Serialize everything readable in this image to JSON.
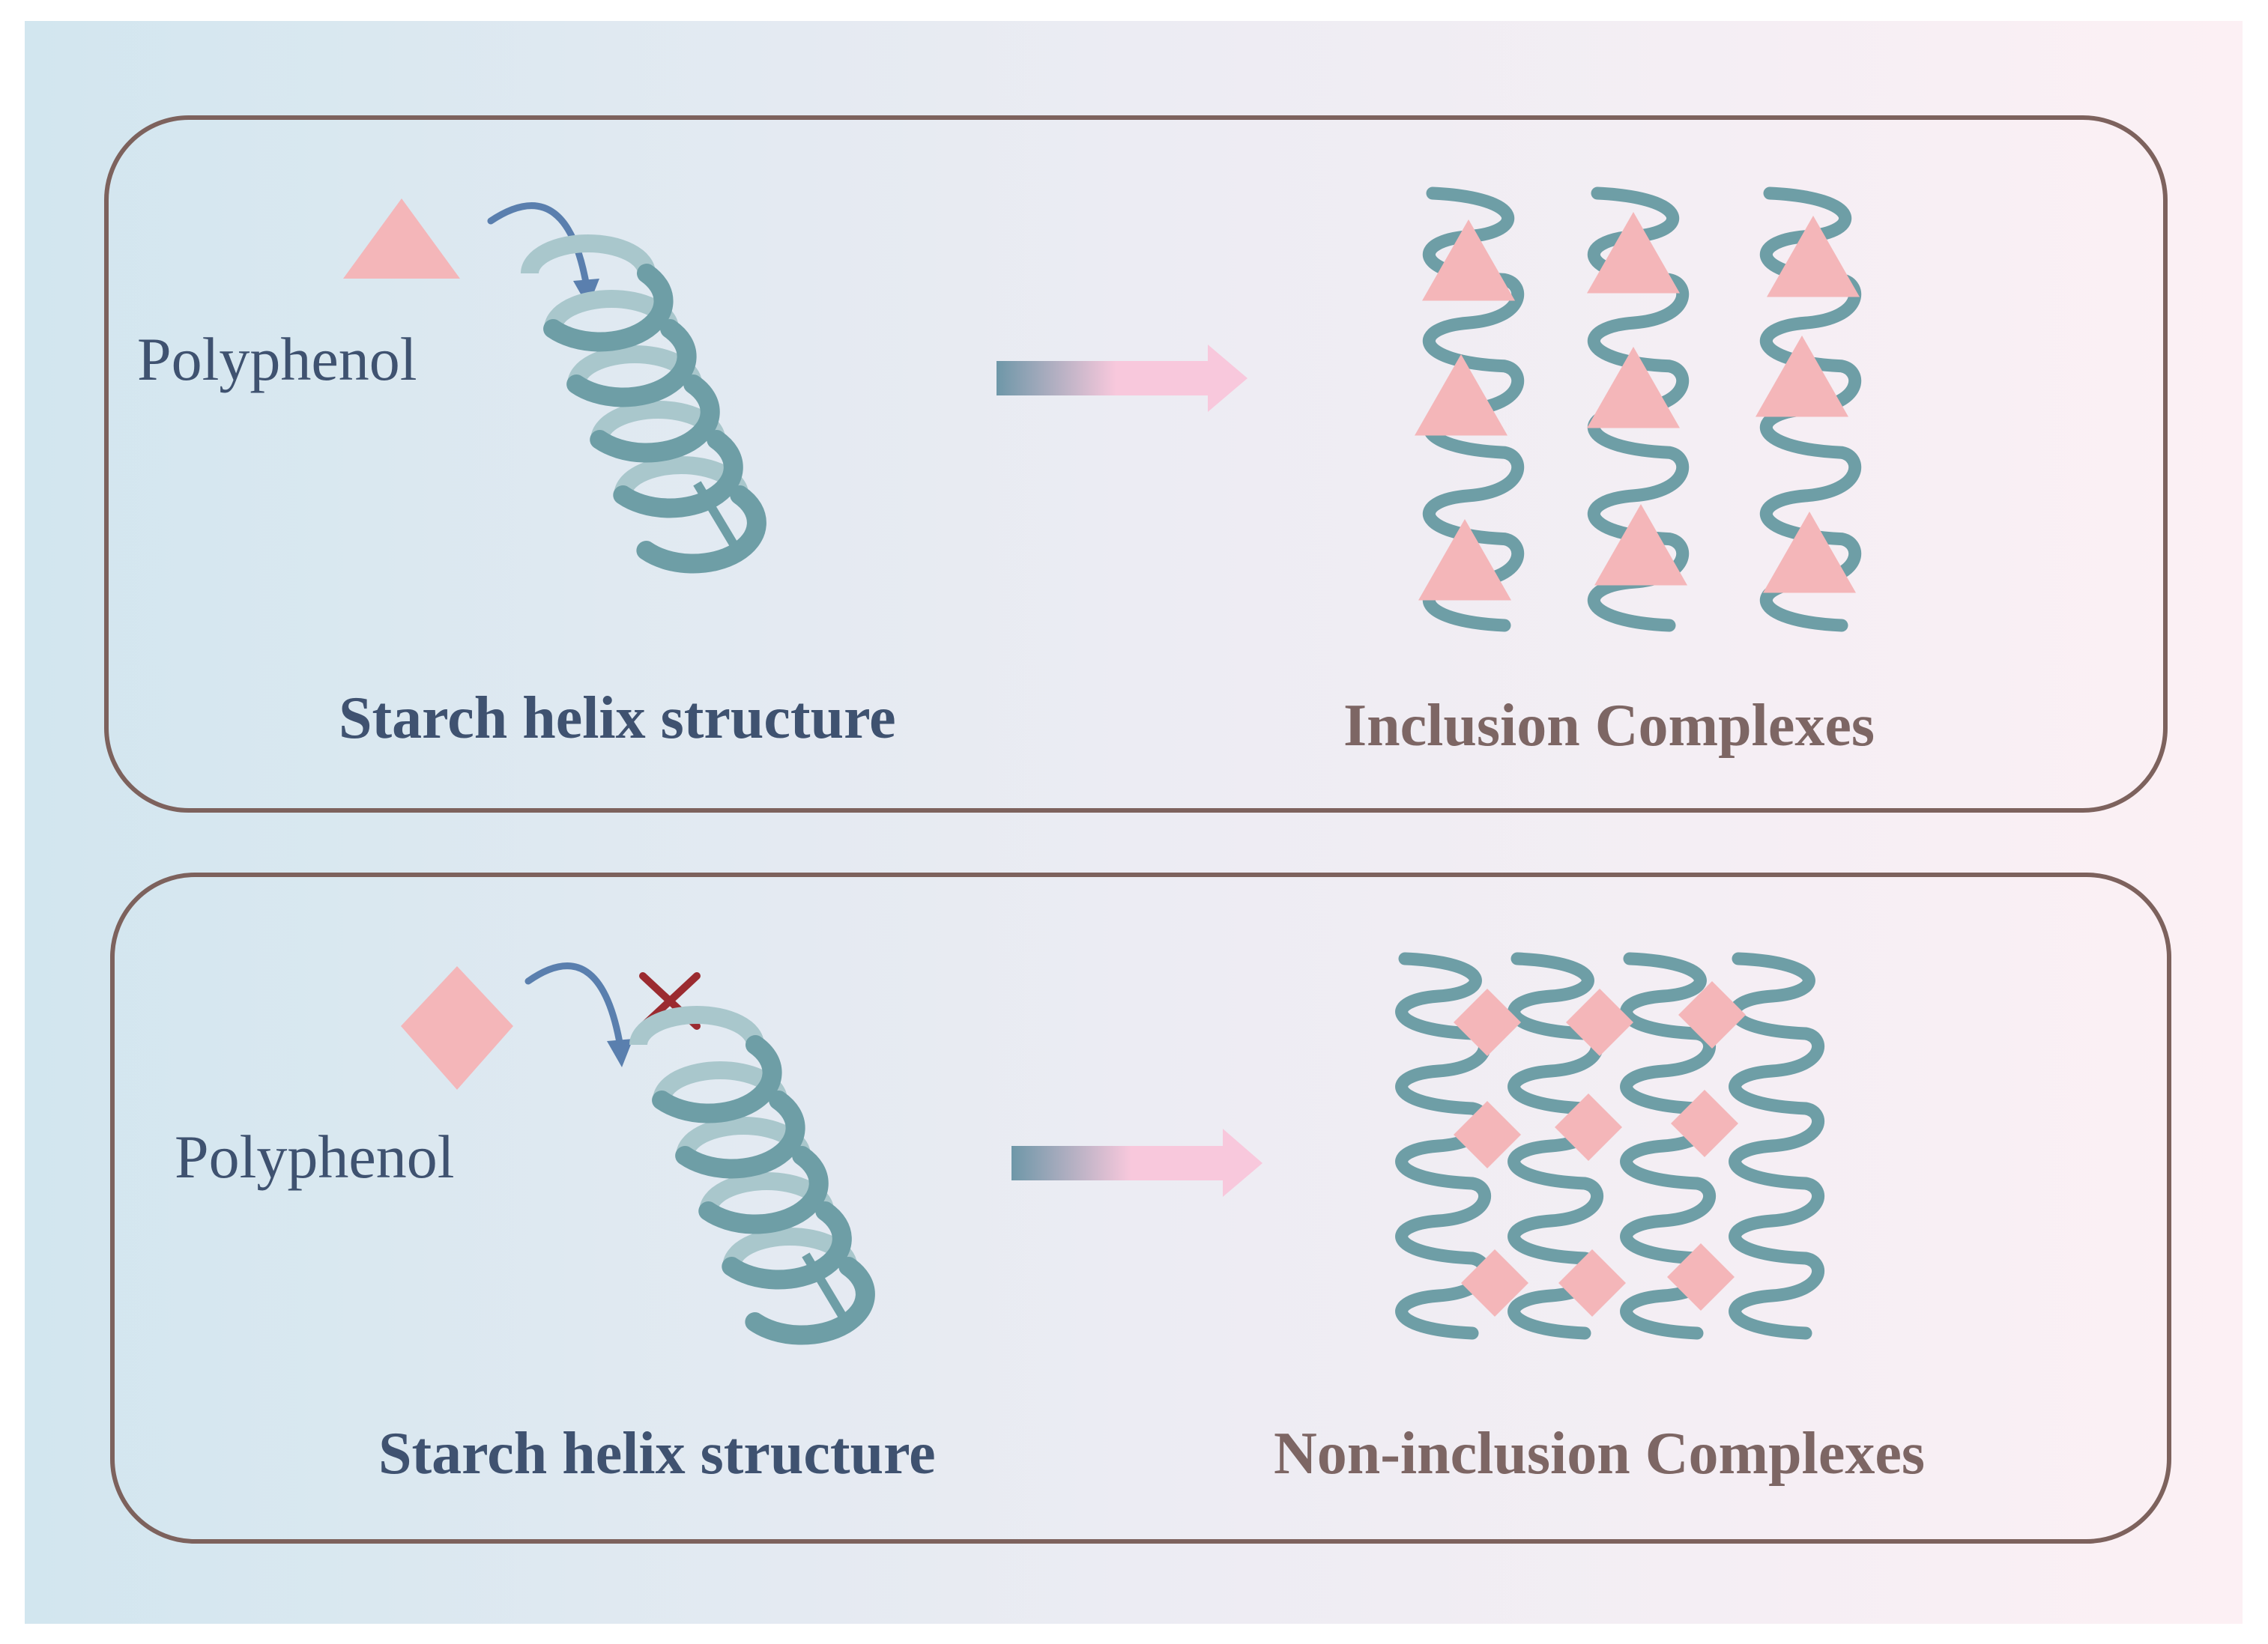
{
  "colors": {
    "bg_left": "#d2e6ef",
    "bg_mid": "#ececf3",
    "bg_right": "#fcf0f4",
    "panel_border": "#7d625d",
    "helix": "#6e9ea6",
    "helix_light": "#a9c7cc",
    "polyphenol": "#f4b6b9",
    "curved_arrow": "#5a7fae",
    "block_mark": "#9b2b30",
    "label_dark": "#3f5270",
    "label_brown": "#7d6664",
    "arrow_start": "#6e97a8",
    "arrow_end": "#f8c8dc"
  },
  "panels": [
    {
      "id": "inclusion",
      "polyphenol_shape": "triangle",
      "polyphenol_label": "Polyphenol",
      "helix_label": "Starch helix structure",
      "product_label": "Inclusion Complexes",
      "blocked": false
    },
    {
      "id": "non-inclusion",
      "polyphenol_shape": "diamond",
      "polyphenol_label": "Polyphenol",
      "helix_label": "Starch helix structure",
      "product_label": "Non-inclusion Complexes",
      "blocked": true
    }
  ]
}
